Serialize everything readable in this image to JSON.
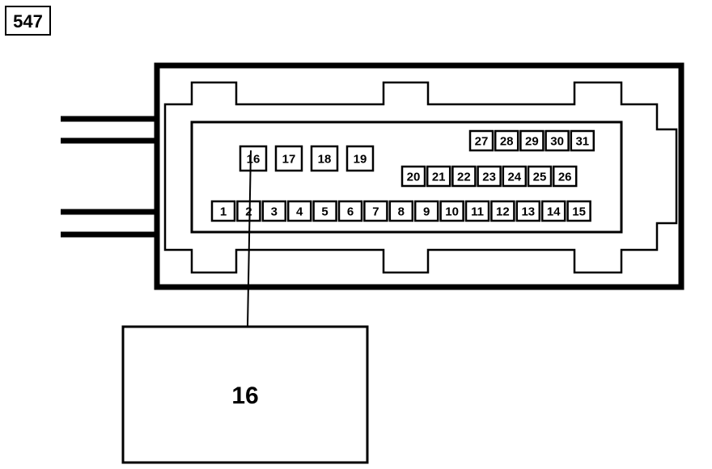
{
  "figure_label": "547",
  "box_label": "16",
  "colors": {
    "ink": "#000000",
    "paper": "#ffffff"
  },
  "pins": {
    "row_top": [
      "27",
      "28",
      "29",
      "30",
      "31"
    ],
    "row_middle": [
      "20",
      "21",
      "22",
      "23",
      "24",
      "25",
      "26"
    ],
    "row_bottom": [
      "1",
      "2",
      "3",
      "4",
      "5",
      "6",
      "7",
      "8",
      "9",
      "10",
      "11",
      "12",
      "13",
      "14",
      "15"
    ],
    "large": [
      "16",
      "17",
      "18",
      "19"
    ]
  }
}
